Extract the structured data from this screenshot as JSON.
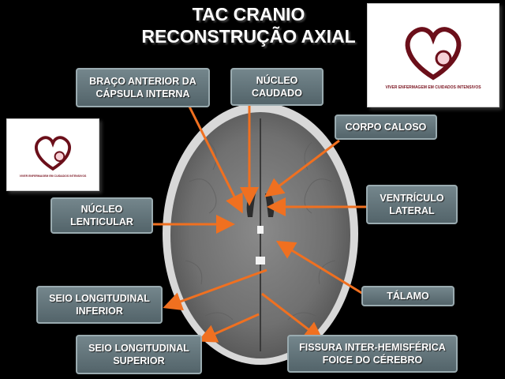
{
  "title": {
    "line1": "TAC CRANIO",
    "line2": "RECONSTRUÇÃO AXIAL"
  },
  "labels": {
    "braco": [
      "BRAÇO ANTERIOR DA",
      "CÁPSULA INTERNA"
    ],
    "nucleo_caudado": [
      "NÚCLEO",
      "CAUDADO"
    ],
    "corpo_caloso": [
      "CORPO CALOSO"
    ],
    "nucleo_lenticular": [
      "NÚCLEO",
      "LENTICULAR"
    ],
    "ventriculo": [
      "VENTRÍCULO",
      "LATERAL"
    ],
    "seio_inferior": [
      "SEIO LONGITUDINAL",
      "INFERIOR"
    ],
    "talamo": [
      "TÁLAMO"
    ],
    "seio_superior": [
      "SEIO LONGITUDINAL",
      "SUPERIOR"
    ],
    "fissura": [
      "FISSURA INTER-HEMISFÉRICA",
      "FOICE DO CÉREBRO"
    ]
  },
  "logo": {
    "text": "VIVER ENFERMAGEM EM CUIDADOS INTENSIVOS"
  },
  "colors": {
    "arrow": "#f07020",
    "label_bg": "#5f7076",
    "background": "#000000"
  }
}
